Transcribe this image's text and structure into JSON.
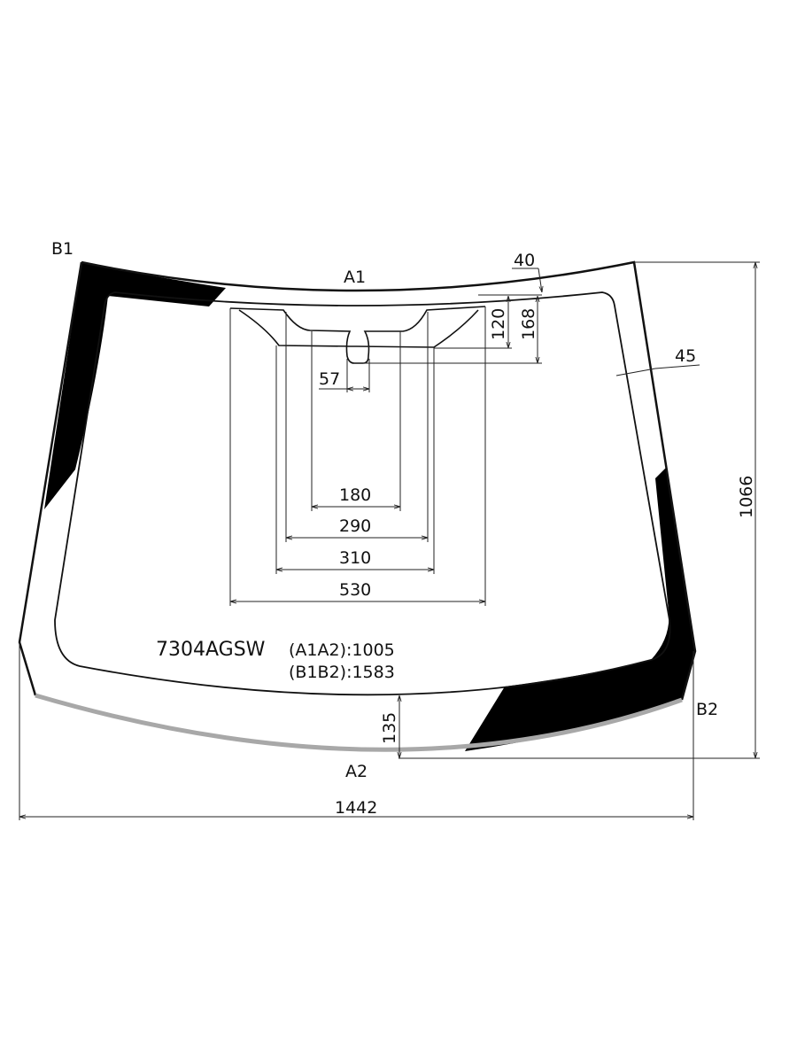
{
  "diagram": {
    "part_code": "7304AGSW",
    "a1a2_label": "(A1A2):1005",
    "b1b2_label": "(B1B2):1583",
    "points": {
      "b1": "B1",
      "b2": "B2",
      "a1": "A1",
      "a2": "A2"
    },
    "dimensions": {
      "overall_width": "1442",
      "overall_height": "1066",
      "bottom_band": "135",
      "top_band": "40",
      "side_band": "45",
      "sensor_depth_inner": "120",
      "sensor_depth_outer": "168",
      "notch_width": "57",
      "w180": "180",
      "w290": "290",
      "w310": "310",
      "w530": "530"
    },
    "colors": {
      "frit": "#000000",
      "lower_edge": "#a8a8a8",
      "line": "#111111"
    }
  }
}
